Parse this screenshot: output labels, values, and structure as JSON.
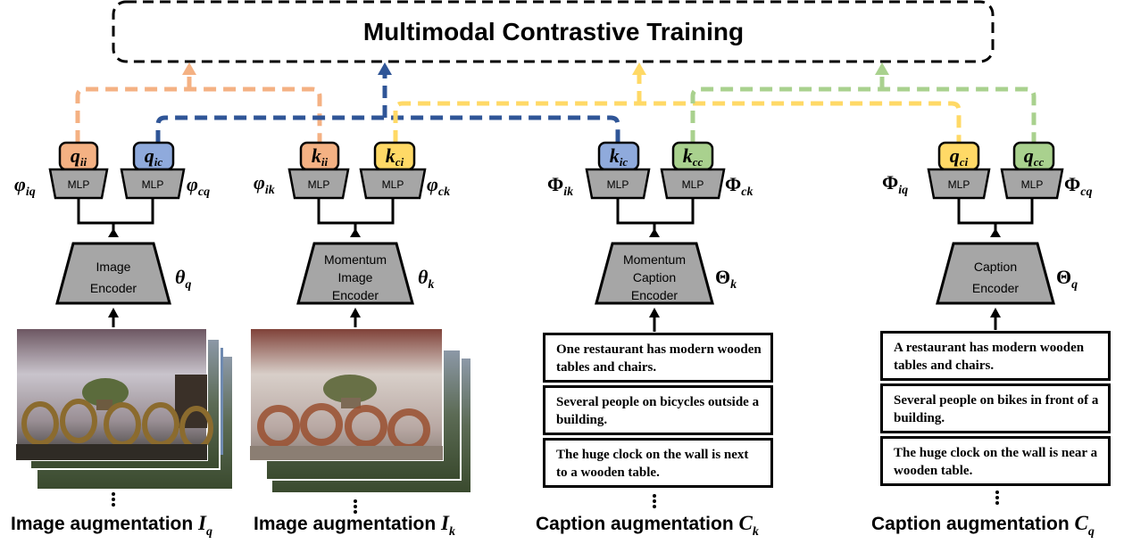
{
  "title": "Multimodal Contrastive Training",
  "projection_label": "MLP",
  "heads": [
    {
      "base": "q",
      "sub": "ii"
    },
    {
      "base": "q",
      "sub": "ic"
    },
    {
      "base": "k",
      "sub": "ii"
    },
    {
      "base": "k",
      "sub": "ci"
    },
    {
      "base": "k",
      "sub": "ic"
    },
    {
      "base": "k",
      "sub": "cc"
    },
    {
      "base": "q",
      "sub": "ci"
    },
    {
      "base": "q",
      "sub": "cc"
    }
  ],
  "head_params": [
    {
      "base": "φ",
      "sub": "iq"
    },
    {
      "base": "φ",
      "sub": "cq"
    },
    {
      "base": "φ",
      "sub": "ik"
    },
    {
      "base": "φ",
      "sub": "ck"
    },
    {
      "base": "Φ",
      "sub": "ik"
    },
    {
      "base": "Φ",
      "sub": "ck"
    },
    {
      "base": "Φ",
      "sub": "iq"
    },
    {
      "base": "Φ",
      "sub": "cq"
    }
  ],
  "encoders": [
    {
      "lines": [
        "Image",
        "Encoder"
      ],
      "param": {
        "base": "θ",
        "sub": "q"
      }
    },
    {
      "lines": [
        "Momentum",
        "Image",
        "Encoder"
      ],
      "param": {
        "base": "θ",
        "sub": "k"
      }
    },
    {
      "lines": [
        "Momentum",
        "Caption",
        "Encoder"
      ],
      "param": {
        "base": "Θ",
        "sub": "k"
      }
    },
    {
      "lines": [
        "Caption",
        "Encoder"
      ],
      "param": {
        "base": "Θ",
        "sub": "q"
      }
    }
  ],
  "captions_k": [
    "One restaurant has modern wooden tables and chairs.",
    "Several people on bicycles outside a building.",
    "The huge clock on the wall is next to a wooden table."
  ],
  "captions_q": [
    "A restaurant has modern wooden tables and chairs.",
    "Several people on bikes in front of a building.",
    "The huge clock on the wall is near a wooden table."
  ],
  "column_labels": [
    {
      "text": "Image augmentation ",
      "sym": "I",
      "sub": "q"
    },
    {
      "text": "Image augmentation ",
      "sym": "I",
      "sub": "k"
    },
    {
      "text": "Caption augmentation ",
      "sym": "C",
      "sub": "k"
    },
    {
      "text": "Caption augmentation ",
      "sym": "C",
      "sub": "q"
    }
  ],
  "colors": {
    "orange": "#F4B183",
    "blue": "#2F5597",
    "blue_fill": "#8FAADC",
    "yellow": "#FFD966",
    "yellow_fill": "#FFD966",
    "green": "#A9D18E",
    "encoder_fill": "#A6A6A6"
  }
}
